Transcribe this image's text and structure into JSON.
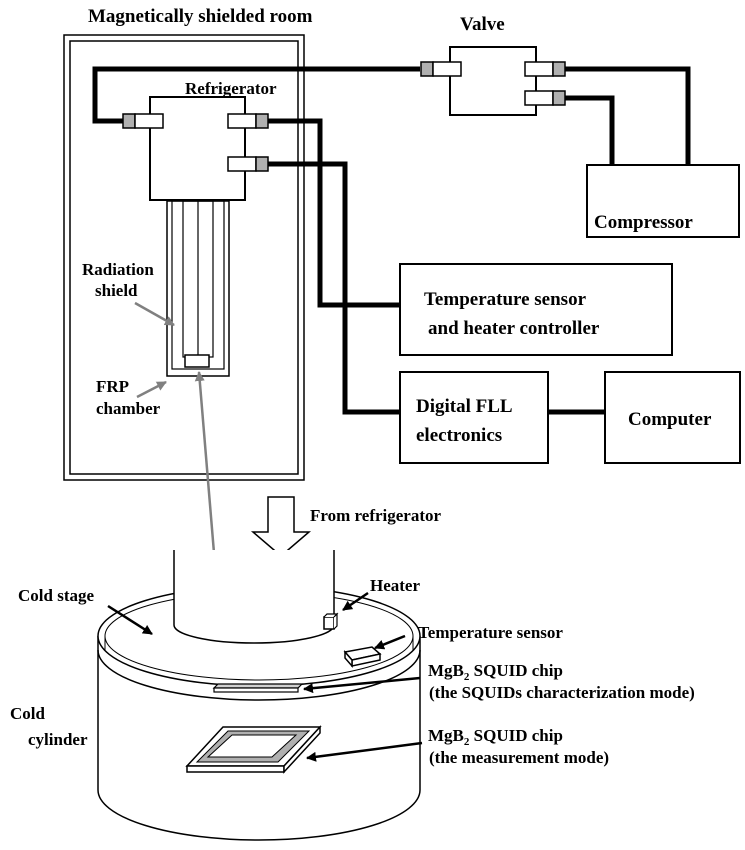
{
  "labels": {
    "shielded_room": "Magnetically shielded room",
    "valve": "Valve",
    "refrigerator": "Refrigerator",
    "compressor": "Compressor",
    "temp_controller_line1": "Temperature sensor",
    "temp_controller_line2": "and heater controller",
    "radiation_shield_line1": "Radiation",
    "radiation_shield_line2": "shield",
    "frp_line1": "FRP",
    "frp_line2": "chamber",
    "fll_line1": "Digital FLL",
    "fll_line2": "electronics",
    "computer": "Computer",
    "from_refrigerator": "From refrigerator",
    "heater": "Heater",
    "cold_stage": "Cold stage",
    "temperature_sensor": "Temperature sensor",
    "chip1_line1_prefix": "MgB",
    "chip1_line1_sub": "2",
    "chip1_line1_suffix": " SQUID chip",
    "chip1_line2": "(the SQUIDs characterization mode)",
    "cold_cylinder_line1": "Cold",
    "cold_cylinder_line2": "cylinder",
    "chip2_line1_prefix": "MgB",
    "chip2_line1_sub": "2",
    "chip2_line1_suffix": " SQUID chip",
    "chip2_line2": "(the measurement mode)"
  },
  "colors": {
    "line": "#000000",
    "fitting": "#b0b0b0",
    "pointer": "#808080"
  }
}
